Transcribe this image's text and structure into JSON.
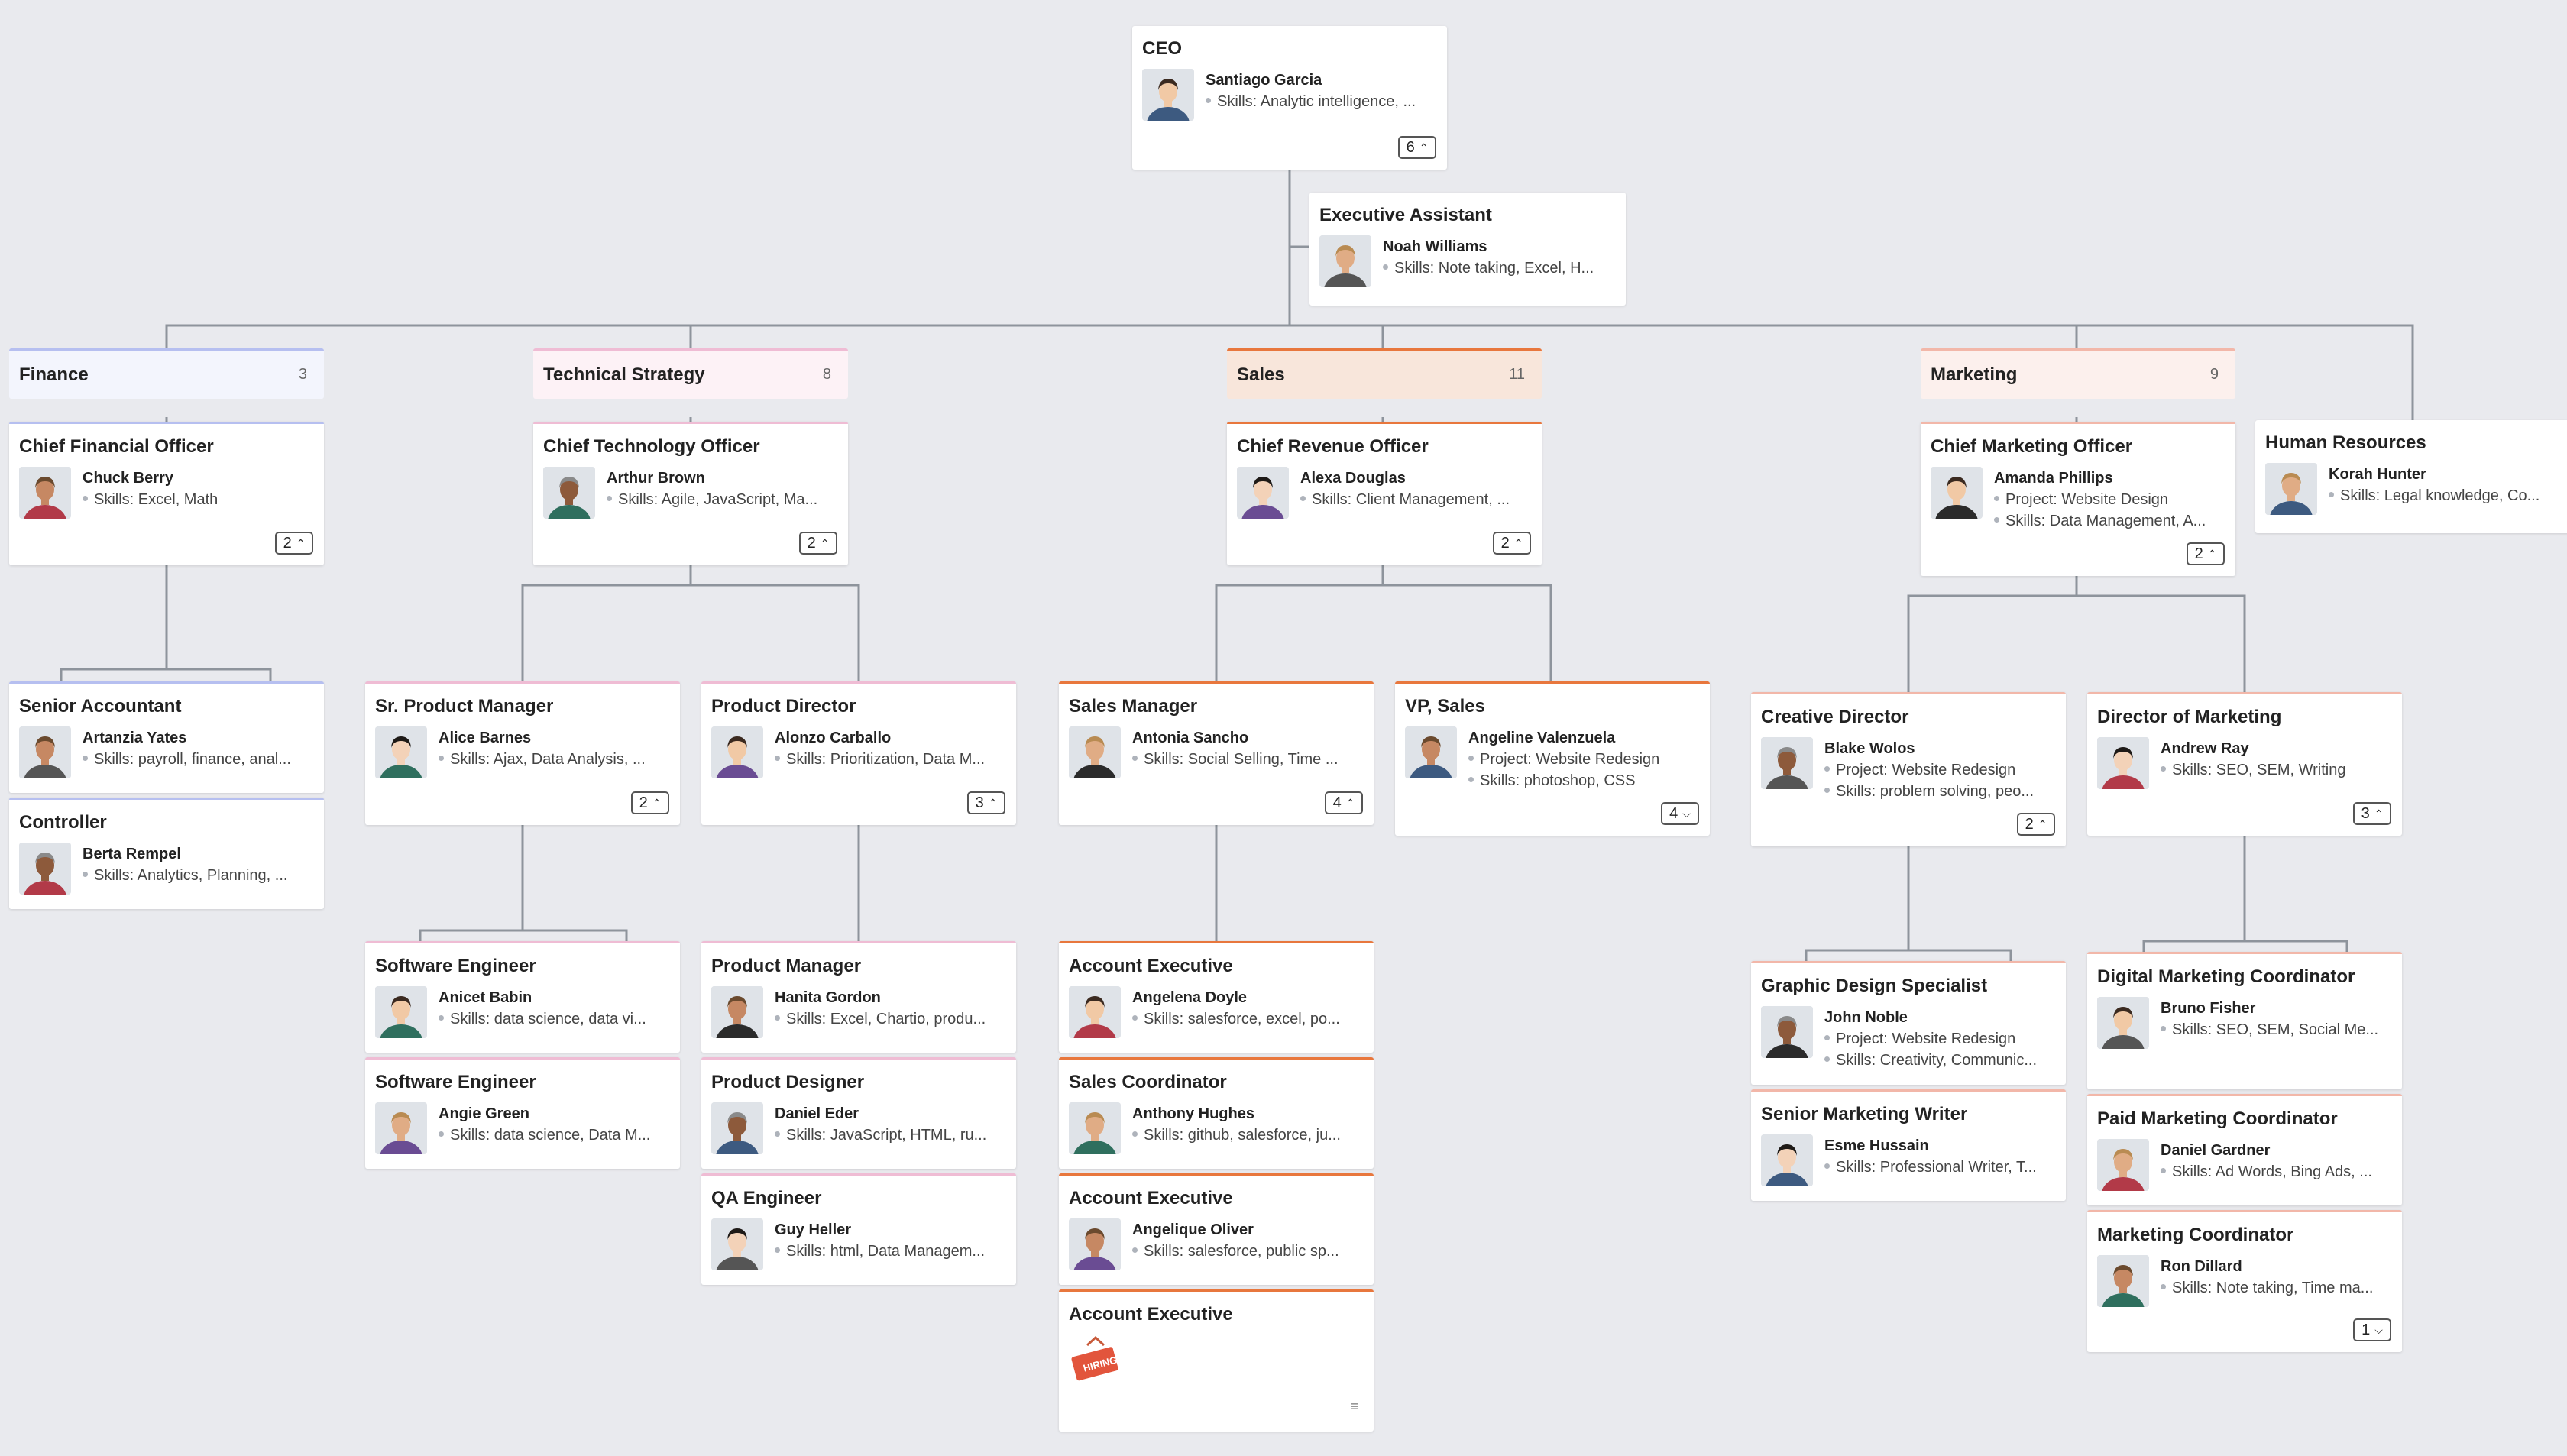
{
  "colors": {
    "background": "#e9eaee",
    "line": "#8e949c",
    "finance": "#b6bff0",
    "technical": "#efbcd4",
    "sales": "#e8773d",
    "marketing": "#f2b7a9",
    "hr": "#ffffff"
  },
  "departments": [
    {
      "name": "Finance",
      "count": "3"
    },
    {
      "name": "Technical Strategy",
      "count": "8"
    },
    {
      "name": "Sales",
      "count": "11"
    },
    {
      "name": "Marketing",
      "count": "9"
    }
  ],
  "cards": {
    "ceo": {
      "title": "CEO",
      "name": "Santiago Garcia",
      "details": [
        "Skills: Analytic intelligence, ..."
      ],
      "badge": "6",
      "avatar_icon": "person-photo"
    },
    "ea": {
      "title": "Executive Assistant",
      "name": "Noah Williams",
      "details": [
        "Skills: Note taking, Excel, H..."
      ]
    },
    "cfo": {
      "title": "Chief Financial Officer",
      "name": "Chuck Berry",
      "details": [
        "Skills: Excel, Math"
      ],
      "badge": "2"
    },
    "cto": {
      "title": "Chief Technology Officer",
      "name": "Arthur Brown",
      "details": [
        "Skills: Agile, JavaScript, Ma..."
      ],
      "badge": "2"
    },
    "cro": {
      "title": "Chief Revenue Officer",
      "name": "Alexa Douglas",
      "details": [
        "Skills: Client Management, ..."
      ],
      "badge": "2"
    },
    "cmo": {
      "title": "Chief Marketing Officer",
      "name": "Amanda Phillips",
      "details": [
        "Project: Website Design",
        "Skills: Data Management, A..."
      ],
      "badge": "2"
    },
    "hr": {
      "title": "Human Resources",
      "name": "Korah Hunter",
      "details": [
        "Skills: Legal knowledge, Co..."
      ]
    },
    "sa": {
      "title": "Senior Accountant",
      "name": "Artanzia Yates",
      "details": [
        "Skills: payroll, finance, anal..."
      ]
    },
    "ctrl": {
      "title": "Controller",
      "name": "Berta Rempel",
      "details": [
        "Skills: Analytics, Planning, ..."
      ]
    },
    "spm": {
      "title": "Sr. Product Manager",
      "name": "Alice Barnes",
      "details": [
        "Skills: Ajax, Data Analysis, ..."
      ],
      "badge": "2"
    },
    "pd": {
      "title": "Product Director",
      "name": "Alonzo Carballo",
      "details": [
        "Skills: Prioritization, Data M..."
      ],
      "badge": "3"
    },
    "sm": {
      "title": "Sales Manager",
      "name": "Antonia Sancho",
      "details": [
        "Skills: Social Selling, Time ..."
      ],
      "badge": "4"
    },
    "vps": {
      "title": "VP, Sales",
      "name": "Angeline Valenzuela",
      "details": [
        "Project: Website Redesign",
        "Skills: photoshop, CSS"
      ],
      "badge": "4",
      "badge_down": true
    },
    "cd": {
      "title": "Creative Director",
      "name": "Blake Wolos",
      "details": [
        "Project: Website Redesign",
        "Skills: problem solving, peo..."
      ],
      "badge": "2"
    },
    "dom": {
      "title": "Director of Marketing",
      "name": "Andrew Ray",
      "details": [
        "Skills: SEO, SEM, Writing"
      ],
      "badge": "3"
    },
    "se1": {
      "title": "Software Engineer",
      "name": "Anicet Babin",
      "details": [
        "Skills: data science, data vi..."
      ]
    },
    "se2": {
      "title": "Software Engineer",
      "name": "Angie Green",
      "details": [
        "Skills: data science, Data M..."
      ]
    },
    "pm": {
      "title": "Product Manager",
      "name": "Hanita Gordon",
      "details": [
        "Skills: Excel, Chartio, produ..."
      ]
    },
    "pdes": {
      "title": "Product Designer",
      "name": "Daniel Eder",
      "details": [
        "Skills: JavaScript, HTML, ru..."
      ]
    },
    "qa": {
      "title": "QA Engineer",
      "name": "Guy Heller",
      "details": [
        "Skills: html, Data Managem..."
      ]
    },
    "ae1": {
      "title": "Account Executive",
      "name": "Angelena Doyle",
      "details": [
        "Skills: salesforce, excel, po..."
      ]
    },
    "sc": {
      "title": "Sales Coordinator",
      "name": "Anthony Hughes",
      "details": [
        "Skills: github, salesforce, ju..."
      ]
    },
    "ae2": {
      "title": "Account Executive",
      "name": "Angelique Oliver",
      "details": [
        "Skills: salesforce, public sp..."
      ]
    },
    "ae3": {
      "title": "Account Executive",
      "hiring_text": "HIRING",
      "note_icon": "notes-icon"
    },
    "gds": {
      "title": "Graphic Design Specialist",
      "name": "John Noble",
      "details": [
        "Project: Website Redesign",
        "Skills: Creativity, Communic..."
      ]
    },
    "smw": {
      "title": "Senior Marketing Writer",
      "name": "Esme Hussain",
      "details": [
        "Skills: Professional Writer, T..."
      ]
    },
    "dmc": {
      "title": "Digital Marketing Coordinator",
      "name": "Bruno Fisher",
      "details": [
        "Skills: SEO, SEM, Social Me..."
      ]
    },
    "pmc": {
      "title": "Paid Marketing Coordinator",
      "name": "Daniel Gardner",
      "details": [
        "Skills: Ad Words, Bing Ads, ..."
      ]
    },
    "mc": {
      "title": "Marketing Coordinator",
      "name": "Ron Dillard",
      "details": [
        "Skills: Note taking, Time ma..."
      ],
      "badge": "1",
      "badge_down": true
    }
  }
}
